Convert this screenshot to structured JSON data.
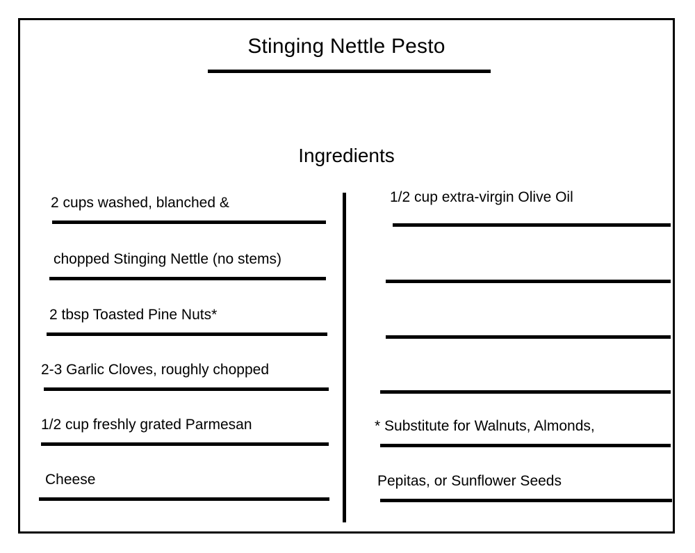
{
  "card": {
    "title": "Stinging Nettle Pesto",
    "section_heading": "Ingredients",
    "left_column": [
      {
        "text": "2 cups washed, blanched &"
      },
      {
        "text": "chopped Stinging Nettle (no stems)"
      },
      {
        "text": "2 tbsp Toasted Pine Nuts*"
      },
      {
        "text": "2-3 Garlic Cloves, roughly chopped"
      },
      {
        "text": "1/2 cup freshly grated Parmesan"
      },
      {
        "text": "Cheese"
      }
    ],
    "right_column": [
      {
        "text": "1/2 cup extra-virgin Olive Oil"
      },
      {
        "text": ""
      },
      {
        "text": ""
      },
      {
        "text": ""
      },
      {
        "text": "* Substitute for Walnuts, Almonds,"
      },
      {
        "text": "Pepitas, or Sunflower Seeds"
      }
    ]
  },
  "colors": {
    "ink": "#000000",
    "paper": "#ffffff"
  }
}
